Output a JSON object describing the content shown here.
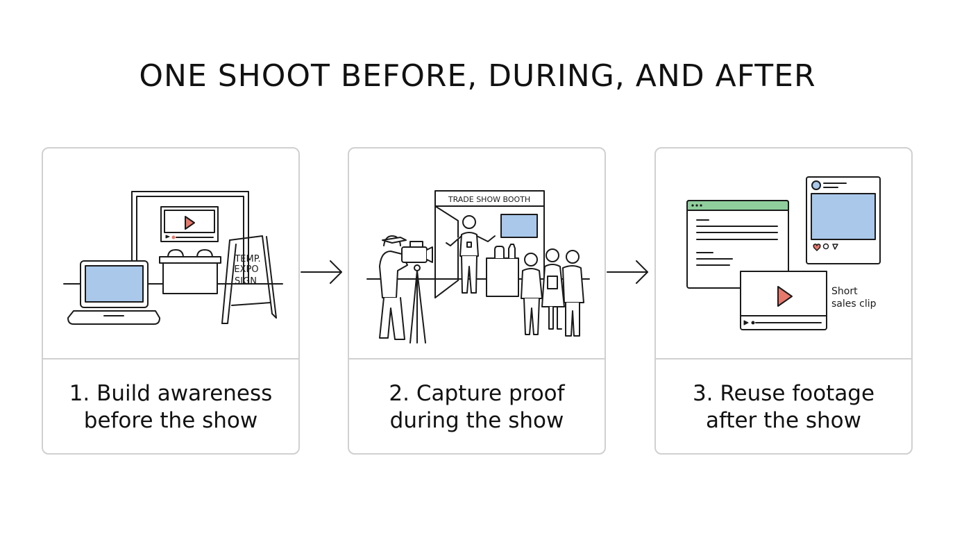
{
  "title": "ONE SHOOT BEFORE, DURING, AND AFTER",
  "steps": [
    {
      "caption_line1": "1. Build awareness",
      "caption_line2": "before the show",
      "sign_text": [
        "TEMP.",
        "EXPO",
        "SIGN"
      ]
    },
    {
      "caption_line1": "2. Capture proof",
      "caption_line2": "during the show",
      "booth_label": "TRADE SHOW BOOTH"
    },
    {
      "caption_line1": "3. Reuse footage",
      "caption_line2": "after the show",
      "clip_label_line1": "Short",
      "clip_label_line2": "sales clip"
    }
  ],
  "colors": {
    "screen_blue": "#a9c8ea",
    "play_red": "#e8786b",
    "browser_green": "#8fcf9d",
    "stroke": "#1a1a1a",
    "card_border": "#d0d0d0"
  }
}
